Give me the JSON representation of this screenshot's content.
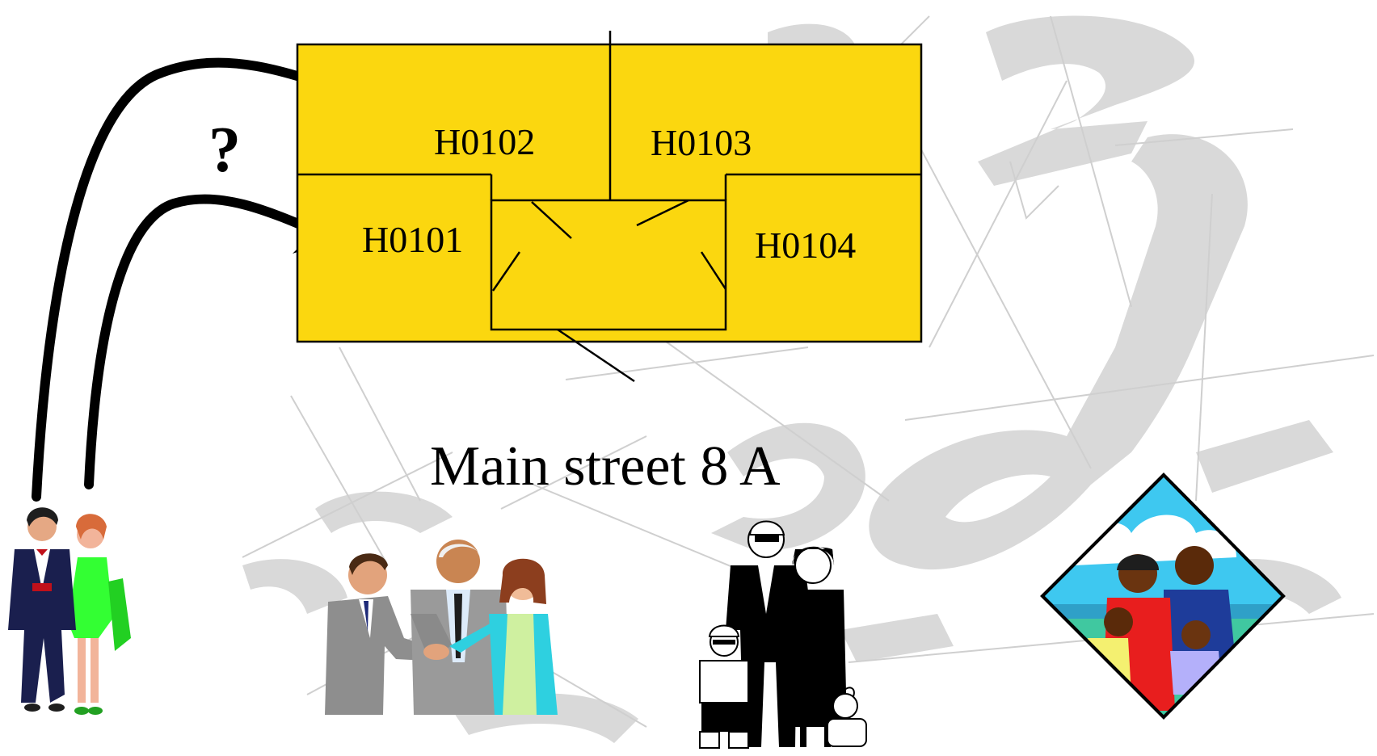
{
  "building": {
    "units": [
      {
        "id": "H0102"
      },
      {
        "id": "H0103"
      },
      {
        "id": "H0101"
      },
      {
        "id": "H0104"
      }
    ],
    "fill_color": "#FBD70F",
    "address": "Main street 8 A"
  },
  "question_mark": "?",
  "arrows": {
    "color": "#000000",
    "count": 2
  },
  "clipart": [
    {
      "name": "couple-formal-icon"
    },
    {
      "name": "business-handshake-icon"
    },
    {
      "name": "monochrome-family-icon"
    },
    {
      "name": "family-diamond-icon"
    }
  ],
  "background": {
    "scribble_color": "#D4D4D4"
  }
}
